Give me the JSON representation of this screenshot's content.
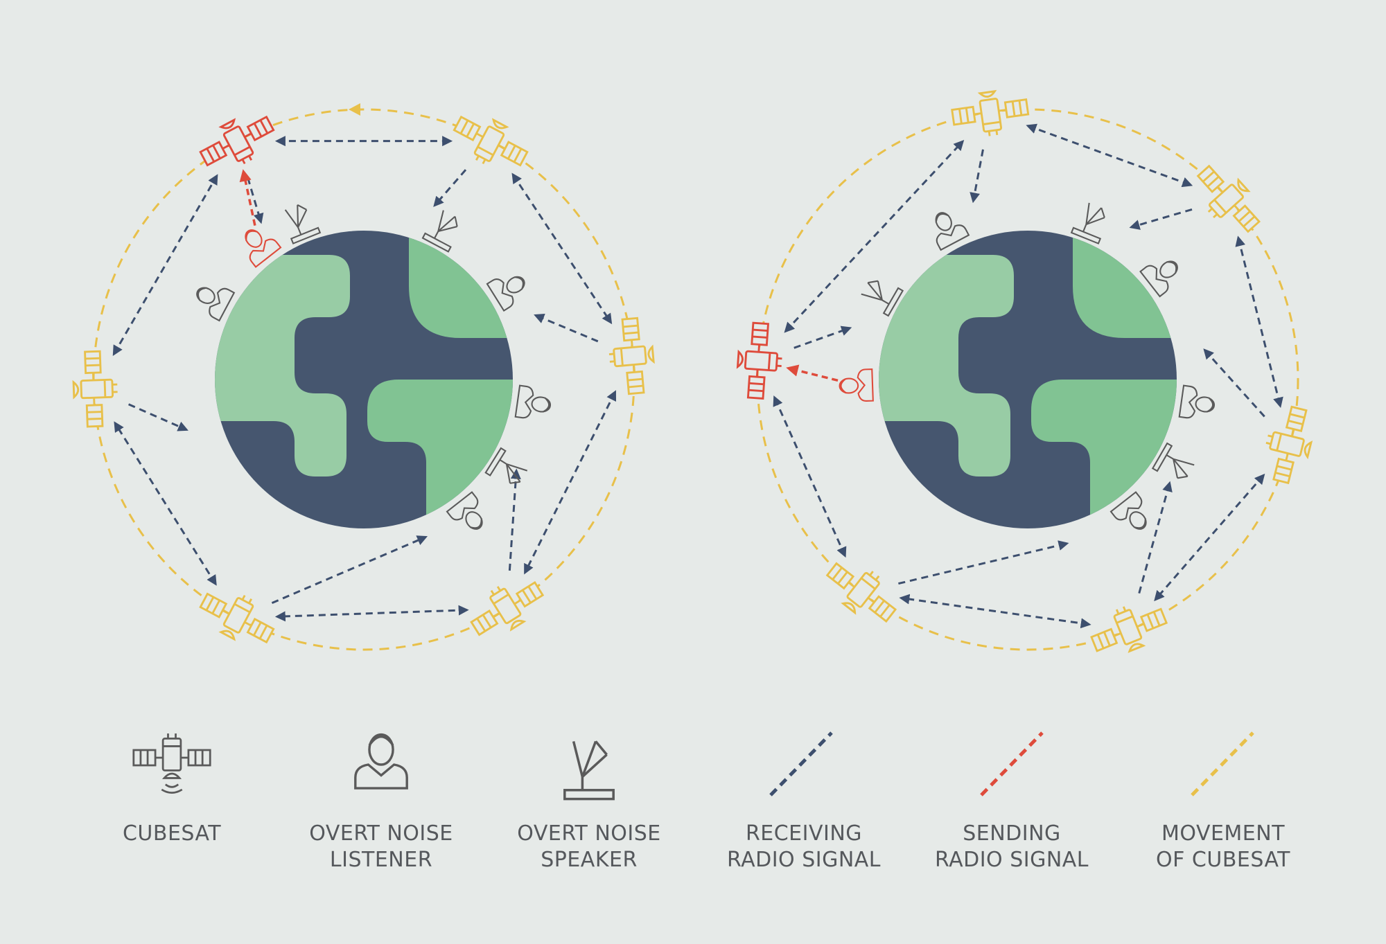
{
  "colors": {
    "background": "#e6eae8",
    "ocean": "#46566f",
    "land_light": "#98cca5",
    "land_dark": "#81c393",
    "receiving_signal": "#3d4f6e",
    "sending_signal": "#de4b3b",
    "cubesat_movement": "#e8c04a",
    "active_cubesat": "#de4b3b",
    "cubesat": "#e8c04a",
    "ground_icon": "#5a5a5a"
  },
  "legend": {
    "cubesat": {
      "line1": "CUBESAT",
      "icon": "satellite-icon"
    },
    "listener": {
      "line1": "OVERT NOISE",
      "line2": "LISTENER",
      "icon": "person-icon"
    },
    "speaker": {
      "line1": "OVERT NOISE",
      "line2": "SPEAKER",
      "icon": "antenna-icon"
    },
    "receiving": {
      "line1": "RECEIVING",
      "line2": "RADIO SIGNAL"
    },
    "sending": {
      "line1": "SENDING",
      "line2": "RADIO SIGNAL"
    },
    "movement": {
      "line1": "MOVEMENT",
      "line2": "OF CUBESAT"
    }
  }
}
